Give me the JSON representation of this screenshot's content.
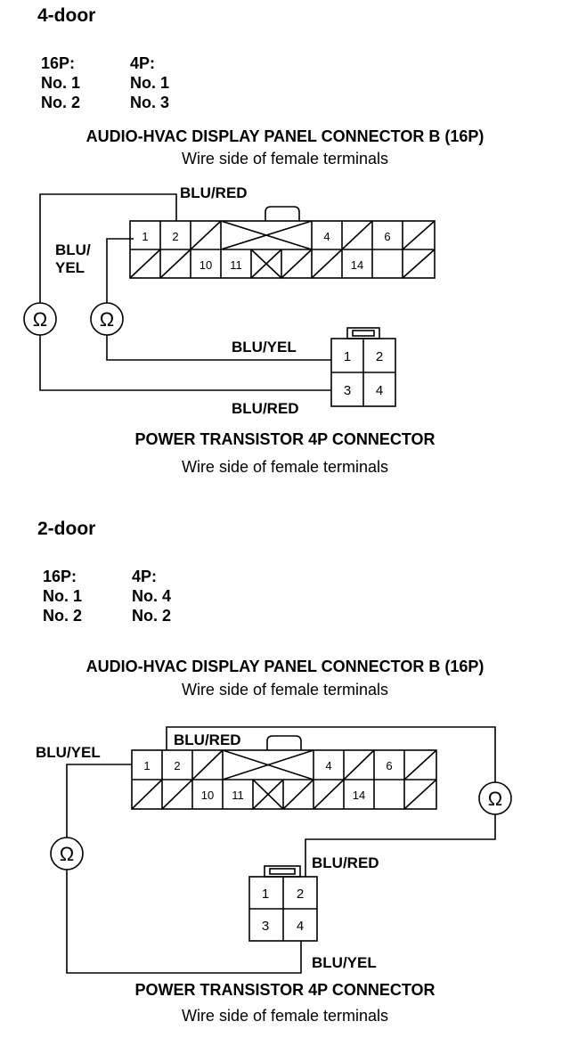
{
  "four_door": {
    "heading": "4-door",
    "col_16p": {
      "header": "16P:",
      "rows": [
        "No. 1",
        "No. 2"
      ]
    },
    "col_4p": {
      "header": "4P:",
      "rows": [
        "No. 1",
        "No. 3"
      ]
    },
    "connector_16p": {
      "title": "AUDIO-HVAC DISPLAY PANEL CONNECTOR B (16P)",
      "subtitle": "Wire side of female terminals",
      "pins": [
        "1",
        "2",
        "4",
        "6",
        "10",
        "11",
        "14"
      ]
    },
    "connector_4p": {
      "title": "POWER TRANSISTOR 4P CONNECTOR",
      "subtitle": "Wire side of female terminals",
      "pins": [
        "1",
        "2",
        "3",
        "4"
      ]
    },
    "wires": {
      "blu_red_top": "BLU/RED",
      "blu_yel_left_line1": "BLU/",
      "blu_yel_left_line2": "YEL",
      "blu_yel_right": "BLU/YEL",
      "blu_red_bottom": "BLU/RED"
    },
    "meter_symbol": "Ω"
  },
  "two_door": {
    "heading": "2-door",
    "col_16p": {
      "header": "16P:",
      "rows": [
        "No. 1",
        "No. 2"
      ]
    },
    "col_4p": {
      "header": "4P:",
      "rows": [
        "No. 4",
        "No. 2"
      ]
    },
    "connector_16p": {
      "title": "AUDIO-HVAC DISPLAY PANEL CONNECTOR B (16P)",
      "subtitle": "Wire side of female terminals",
      "pins": [
        "1",
        "2",
        "4",
        "6",
        "10",
        "11",
        "14"
      ]
    },
    "connector_4p": {
      "title": "POWER TRANSISTOR 4P CONNECTOR",
      "subtitle": "Wire side of female terminals",
      "pins": [
        "1",
        "2",
        "3",
        "4"
      ]
    },
    "wires": {
      "blu_yel_left": "BLU/YEL",
      "blu_red_top": "BLU/RED",
      "blu_red_right": "BLU/RED",
      "blu_yel_bottom": "BLU/YEL"
    },
    "meter_symbol": "Ω"
  }
}
